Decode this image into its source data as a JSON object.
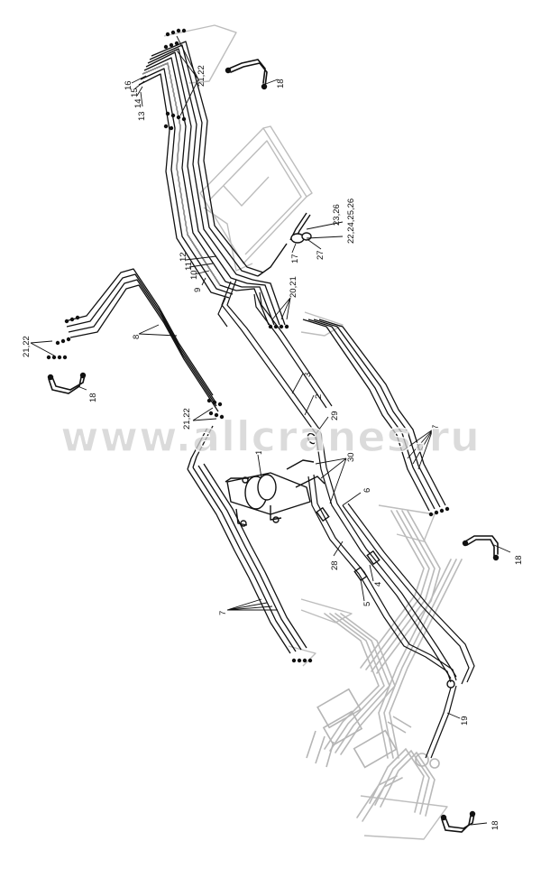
{
  "watermark": "www.allcranes.ru",
  "callouts": [
    {
      "id": "c-21-22-top",
      "text": "21,22"
    },
    {
      "id": "c-18-top",
      "text": "18"
    },
    {
      "id": "c-16",
      "text": "16"
    },
    {
      "id": "c-15",
      "text": "15"
    },
    {
      "id": "c-14",
      "text": "14"
    },
    {
      "id": "c-13",
      "text": "13"
    },
    {
      "id": "c-23-26",
      "text": "23,26"
    },
    {
      "id": "c-22-24-25-26",
      "text": "22,24,25,26"
    },
    {
      "id": "c-27",
      "text": "27"
    },
    {
      "id": "c-17",
      "text": "17"
    },
    {
      "id": "c-12",
      "text": "12"
    },
    {
      "id": "c-11",
      "text": "11"
    },
    {
      "id": "c-10",
      "text": "10"
    },
    {
      "id": "c-9",
      "text": "9"
    },
    {
      "id": "c-20-21",
      "text": "20,21"
    },
    {
      "id": "c-21-22-left",
      "text": "21,22"
    },
    {
      "id": "c-8",
      "text": "8"
    },
    {
      "id": "c-18-left",
      "text": "18"
    },
    {
      "id": "c-3",
      "text": "3"
    },
    {
      "id": "c-2",
      "text": "2"
    },
    {
      "id": "c-29",
      "text": "29"
    },
    {
      "id": "c-21-22-mid",
      "text": "21,22"
    },
    {
      "id": "c-7-right",
      "text": "7"
    },
    {
      "id": "c-1",
      "text": "1"
    },
    {
      "id": "c-30",
      "text": "30"
    },
    {
      "id": "c-6",
      "text": "6"
    },
    {
      "id": "c-18-right",
      "text": "18"
    },
    {
      "id": "c-28",
      "text": "28"
    },
    {
      "id": "c-4",
      "text": "4"
    },
    {
      "id": "c-5",
      "text": "5"
    },
    {
      "id": "c-7-left",
      "text": "7"
    },
    {
      "id": "c-19",
      "text": "19"
    },
    {
      "id": "c-18-bottom",
      "text": "18"
    }
  ]
}
